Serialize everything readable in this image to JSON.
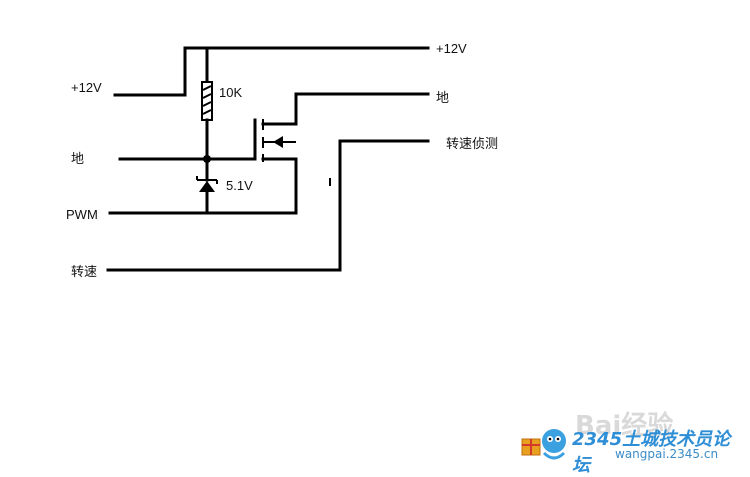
{
  "labels": {
    "v12_top": "+12V",
    "v12_left": "+12V",
    "resistor": "10K",
    "ground_right": "地",
    "speed_detect": "转速侦测",
    "ground_left": "地",
    "zener": "5.1V",
    "pwm": "PWM",
    "speed": "转速"
  },
  "watermark": {
    "brand": "Bai经验",
    "forum": "2345土城技术员论坛",
    "url": "wangpai.2345.cn"
  },
  "colors": {
    "wire": "#000000",
    "watermark_blue": "#2e8ed6",
    "watermark_gray": "#d9d9d9"
  }
}
